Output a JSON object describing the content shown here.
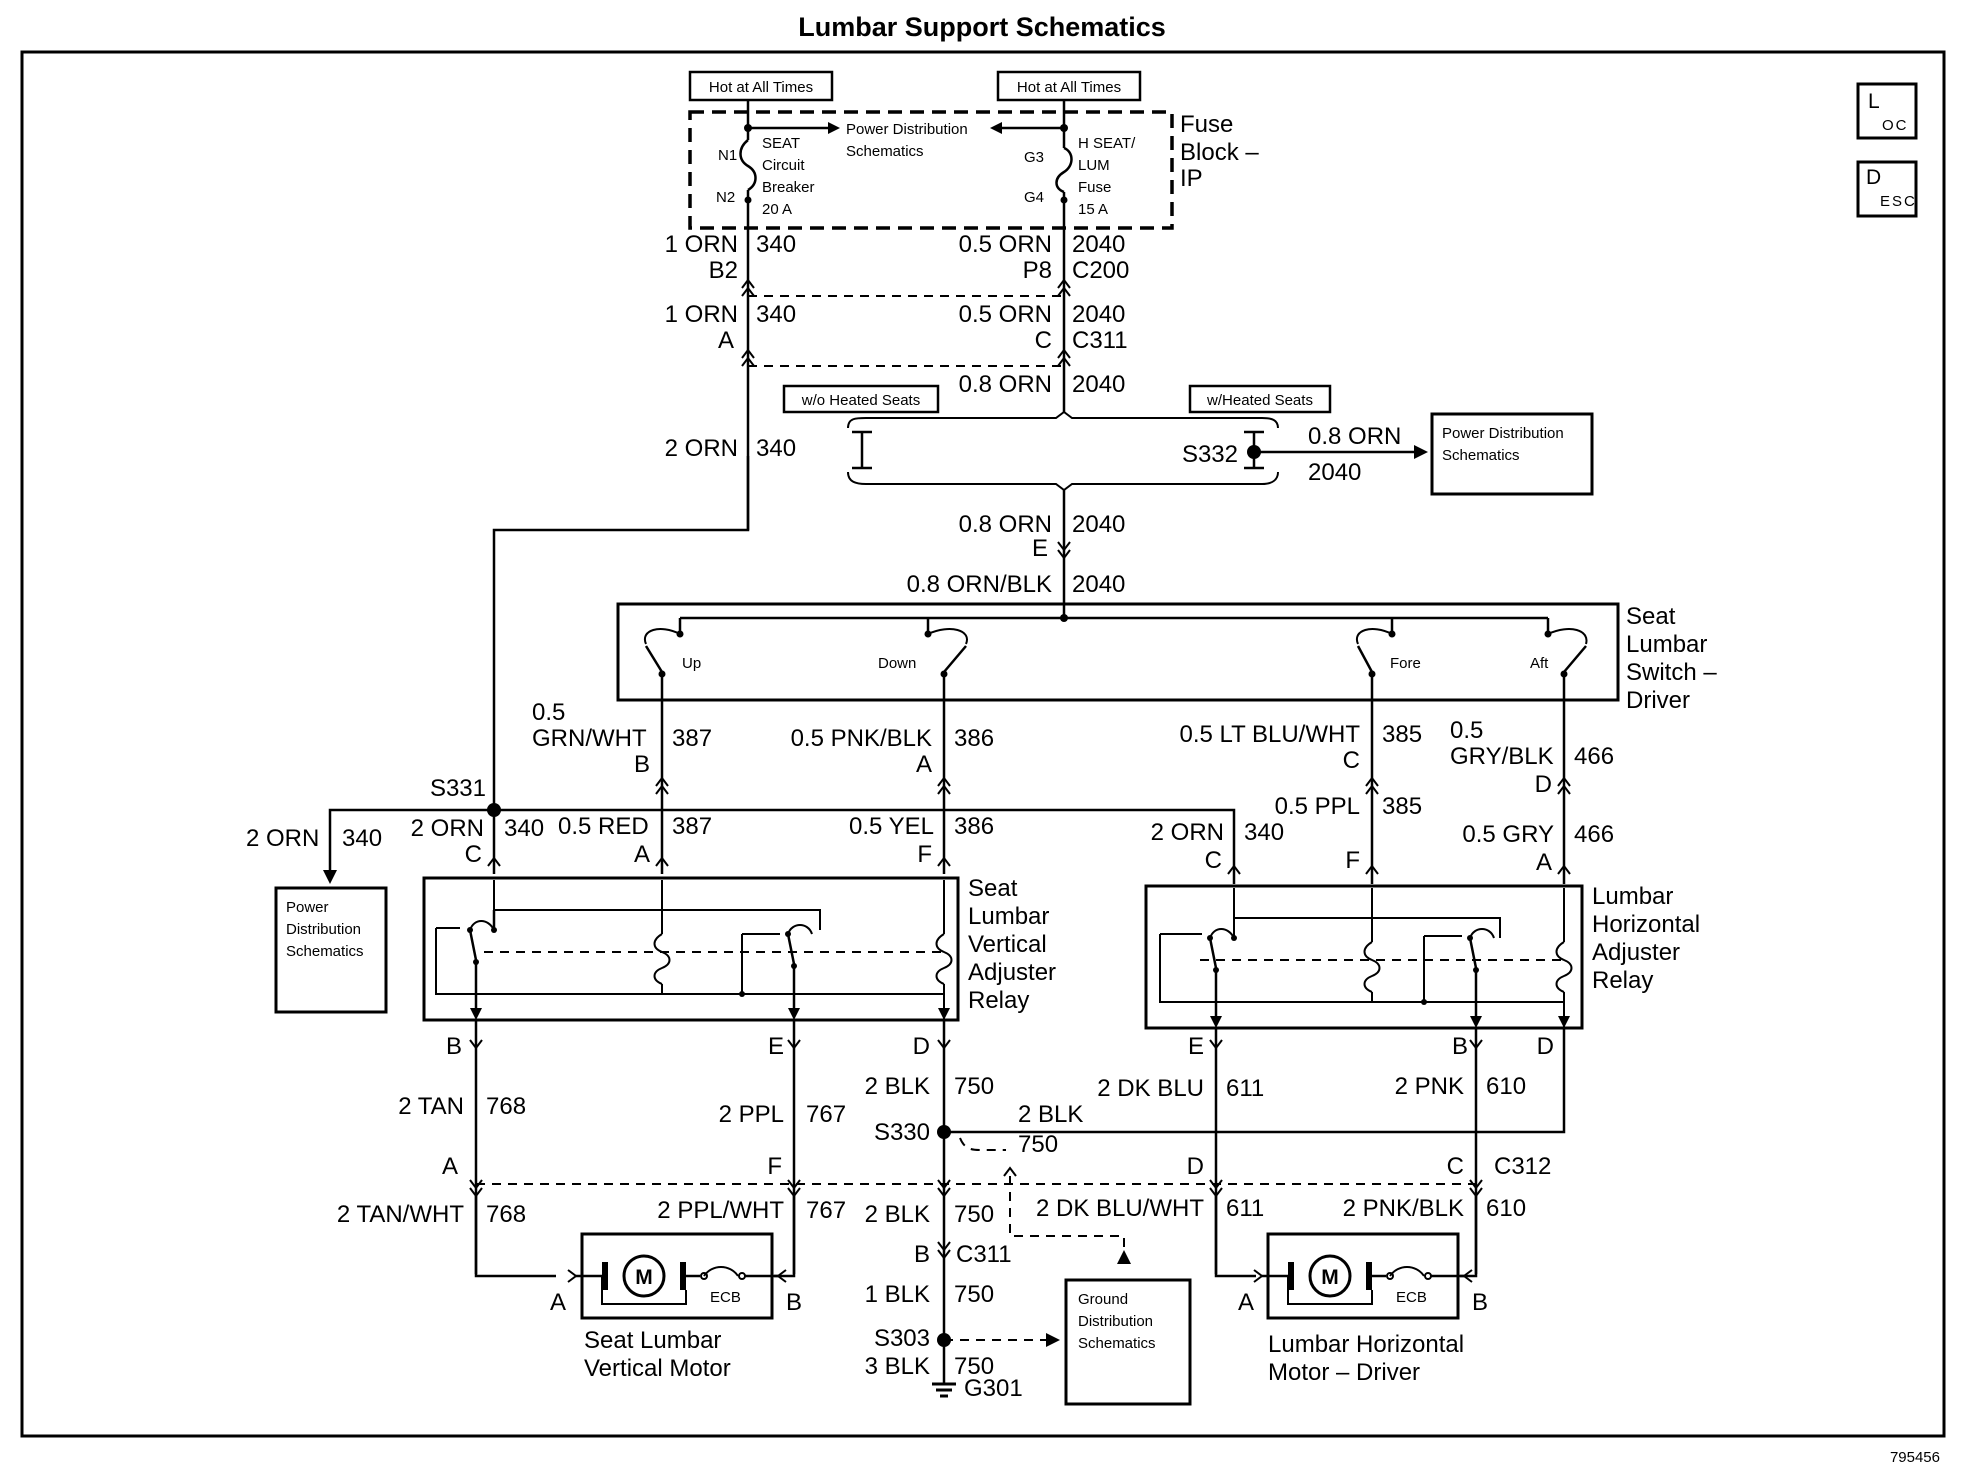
{
  "title": "Lumbar Support Schematics",
  "figure_number": "795456",
  "nav_icons": {
    "loc": {
      "big": "L",
      "small": "OC"
    },
    "desc": {
      "big": "D",
      "small": "ESC"
    }
  },
  "fuse_block": {
    "label_lines": [
      "Fuse",
      "Block –",
      "IP"
    ],
    "hot_left": "Hot at All Times",
    "hot_right": "Hot at All Times",
    "power_dist_lines": [
      "Power Distribution",
      "Schematics"
    ],
    "breaker": {
      "pin_in": "N1",
      "pin_out": "N2",
      "lines": [
        "SEAT",
        "Circuit",
        "Breaker",
        "20 A"
      ]
    },
    "fuse": {
      "pin_in": "G3",
      "pin_out": "G4",
      "lines": [
        "H SEAT/",
        "LUM",
        "Fuse",
        "15 A"
      ]
    }
  },
  "wires_top": {
    "l1": "1 ORN",
    "n1": "340",
    "p1": "B2",
    "r1": "0.5 ORN",
    "rn1": "2040",
    "rp1": "P8",
    "c200": "C200",
    "l2": "1 ORN",
    "n2": "340",
    "p2": "A",
    "r2": "0.5 ORN",
    "rn2": "2040",
    "rp2": "C",
    "c311": "C311",
    "r3": "0.8 ORN",
    "rn3": "2040",
    "l3": "2 ORN",
    "n3": "340"
  },
  "heated": {
    "without": "w/o Heated Seats",
    "with": "w/Heated Seats",
    "splice": "S332",
    "branch_wire": "0.8 ORN",
    "branch_num": "2040",
    "power_dist_lines": [
      "Power Distribution",
      "Schematics"
    ],
    "below_wire": "0.8 ORN",
    "below_num": "2040",
    "below_pin": "E",
    "switch_feed_wire": "0.8 ORN/BLK",
    "switch_feed_num": "2040"
  },
  "switch": {
    "label_lines": [
      "Seat",
      "Lumbar",
      "Switch –",
      "Driver"
    ],
    "contacts": [
      "Up",
      "Down",
      "Fore",
      "Aft"
    ],
    "out_up": {
      "wire_lines": [
        "0.5",
        "GRN/WHT"
      ],
      "num": "387",
      "pin": "B"
    },
    "out_down": {
      "wire": "0.5 PNK/BLK",
      "num": "386",
      "pin": "A"
    },
    "out_fore": {
      "wire": "0.5 LT BLU/WHT",
      "num": "385",
      "pin": "C"
    },
    "out_aft": {
      "wire_lines": [
        "0.5",
        "GRY/BLK"
      ],
      "num": "466",
      "pin": "D"
    }
  },
  "s331": {
    "splice": "S331",
    "branch_wire": "2 ORN",
    "branch_num": "340",
    "power_dist_lines": [
      "Power",
      "Distribution",
      "Schematics"
    ]
  },
  "relay_v": {
    "label_lines": [
      "Seat",
      "Lumbar",
      "Vertical",
      "Adjuster",
      "Relay"
    ],
    "in_c": {
      "wire": "2 ORN",
      "num": "340",
      "pin": "C"
    },
    "in_a": {
      "wire": "0.5 RED",
      "num": "387",
      "pin": "A"
    },
    "in_f": {
      "wire": "0.5 YEL",
      "num": "386",
      "pin": "F"
    },
    "out_b": "B",
    "out_e": "E",
    "out_d": "D"
  },
  "relay_h": {
    "label_lines": [
      "Lumbar",
      "Horizontal",
      "Adjuster",
      "Relay"
    ],
    "in_c": {
      "wire": "2 ORN",
      "num": "340",
      "pin": "C"
    },
    "in_f": {
      "wire": "0.5 PPL",
      "num": "385",
      "pin": "F"
    },
    "in_a": {
      "wire": "0.5 GRY",
      "num": "466",
      "pin": "A"
    },
    "out_e": "E",
    "out_b": "B",
    "out_d": "D"
  },
  "lower": {
    "tan": "2 TAN",
    "tan_num": "768",
    "tan_pin": "A",
    "ppl": "2 PPL",
    "ppl_num": "767",
    "ppl_pin": "F",
    "blk": "2 BLK",
    "blk_num": "750",
    "s330": "S330",
    "blk2": "2 BLK",
    "blk2_num": "750",
    "dkblu": "2 DK BLU",
    "dkblu_num": "611",
    "dkblu_pin": "D",
    "pnk": "2 PNK",
    "pnk_num": "610",
    "pnk_pin": "C",
    "c312": "C312",
    "tanwht": "2 TAN/WHT",
    "tanwht_num": "768",
    "pplwht": "2 PPL/WHT",
    "pplwht_num": "767",
    "blk3": "2 BLK",
    "blk3_num": "750",
    "blk3_pin": "B",
    "c311": "C311",
    "dkbluwht": "2 DK BLU/WHT",
    "dkbluwht_num": "611",
    "pnkblk": "2 PNK/BLK",
    "pnkblk_num": "610",
    "blk4": "1 BLK",
    "blk4_num": "750",
    "s303": "S303",
    "blk5": "3 BLK",
    "blk5_num": "750",
    "g301": "G301",
    "ground_dist_lines": [
      "Ground",
      "Distribution",
      "Schematics"
    ]
  },
  "motor_v": {
    "label_lines": [
      "Seat Lumbar",
      "Vertical Motor"
    ],
    "m": "M",
    "ecb": "ECB",
    "pin_a": "A",
    "pin_b": "B"
  },
  "motor_h": {
    "label_lines": [
      "Lumbar Horizontal",
      "Motor – Driver"
    ],
    "m": "M",
    "ecb": "ECB",
    "pin_a": "A",
    "pin_b": "B"
  }
}
